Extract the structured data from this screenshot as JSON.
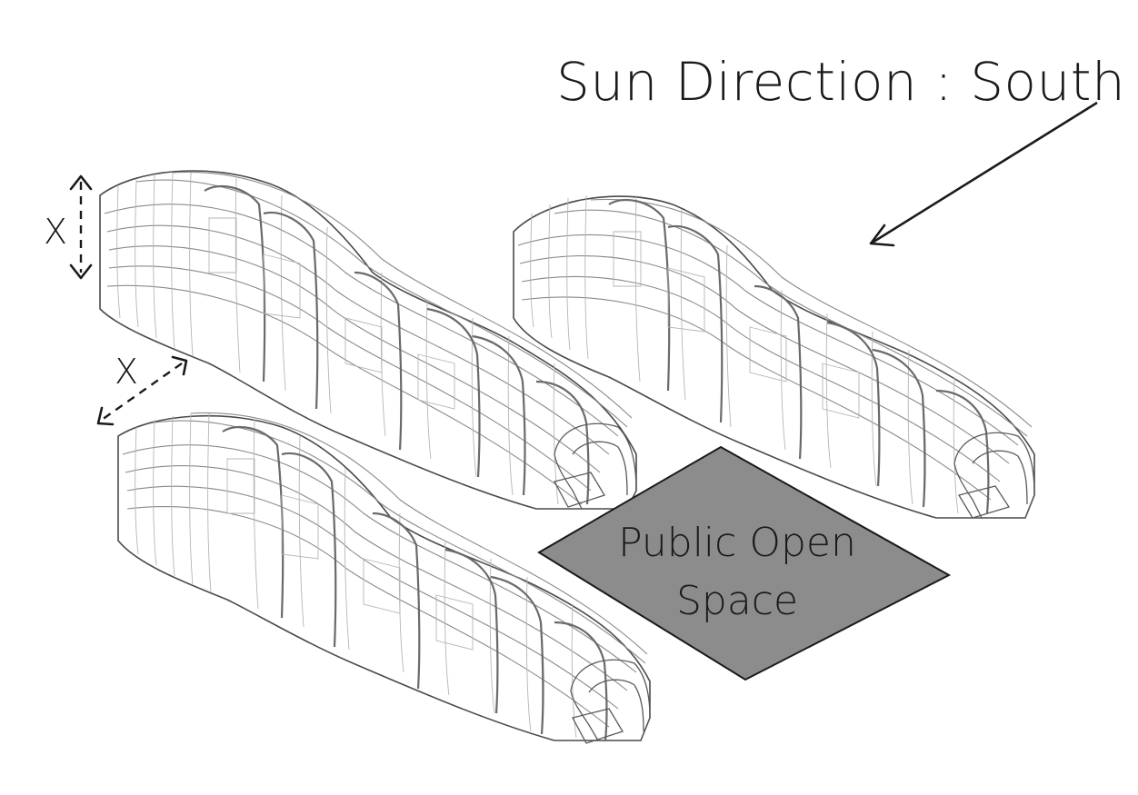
{
  "title": "Sun Direction : South",
  "dimension_label_vertical": "X",
  "dimension_label_spacing": "X",
  "plaza": {
    "line1": "Public Open",
    "line2": "Space",
    "fill_color": "#8c8c8c",
    "stroke_color": "#1a1a1a"
  },
  "colors": {
    "background": "#ffffff",
    "linework": "#8a8a8a",
    "text": "#1a1a1a"
  },
  "icons": [
    "sun-direction-arrow-icon",
    "dimension-arrow-icon"
  ]
}
